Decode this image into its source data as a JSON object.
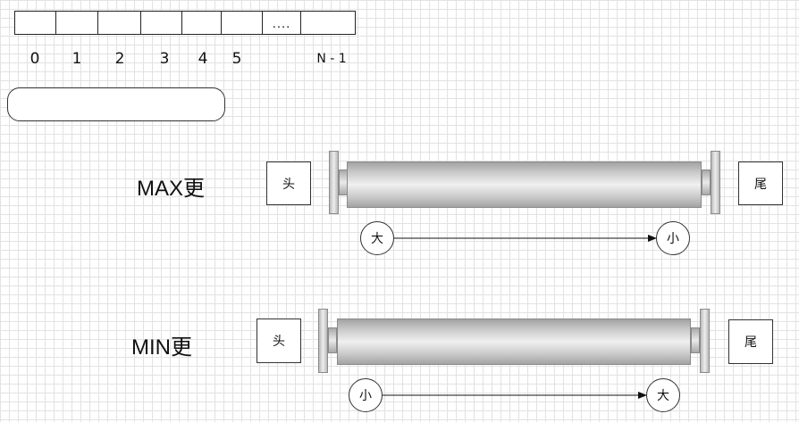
{
  "array": {
    "cells": [
      "",
      "",
      "",
      "",
      "",
      "",
      "....",
      ""
    ],
    "indices": [
      "0",
      "1",
      "2",
      "3",
      "4",
      "5",
      "N - 1"
    ]
  },
  "max_section": {
    "title": "MAX更",
    "head_label": "头",
    "tail_label": "尾",
    "from_label": "大",
    "to_label": "小"
  },
  "min_section": {
    "title": "MIN更",
    "head_label": "头",
    "tail_label": "尾",
    "from_label": "小",
    "to_label": "大"
  }
}
